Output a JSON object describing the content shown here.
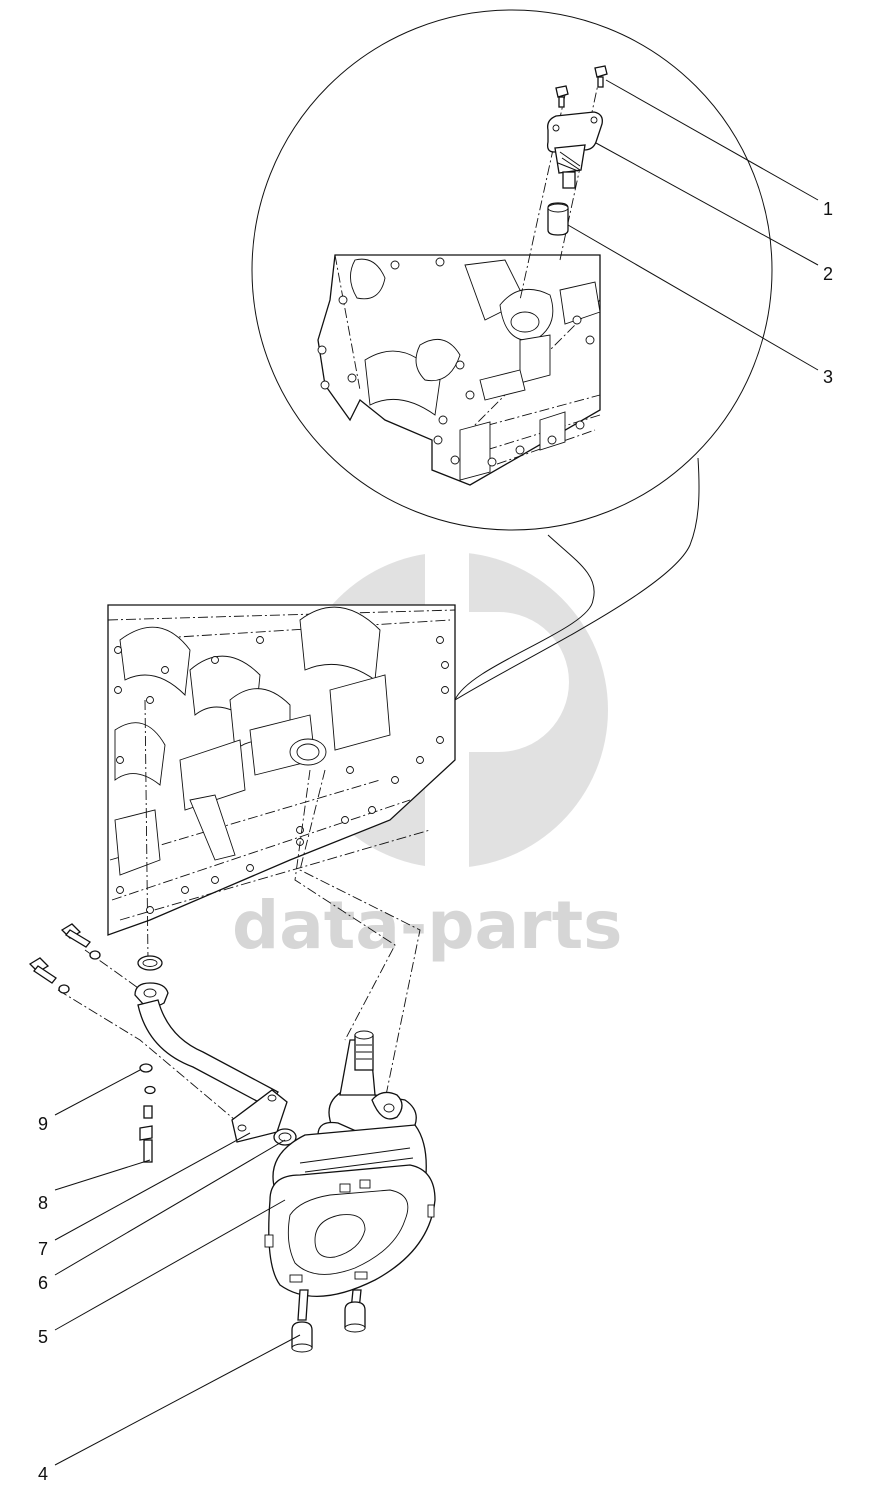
{
  "header_mark": "",
  "watermark": {
    "text": "data-parts",
    "color": "#d6d6d6"
  },
  "callouts": [
    {
      "id": "1",
      "label": "1"
    },
    {
      "id": "2",
      "label": "2"
    },
    {
      "id": "3",
      "label": "3"
    },
    {
      "id": "4",
      "label": "4"
    },
    {
      "id": "5",
      "label": "5"
    },
    {
      "id": "6",
      "label": "6"
    },
    {
      "id": "7",
      "label": "7"
    },
    {
      "id": "8",
      "label": "8"
    },
    {
      "id": "9",
      "label": "9"
    }
  ]
}
